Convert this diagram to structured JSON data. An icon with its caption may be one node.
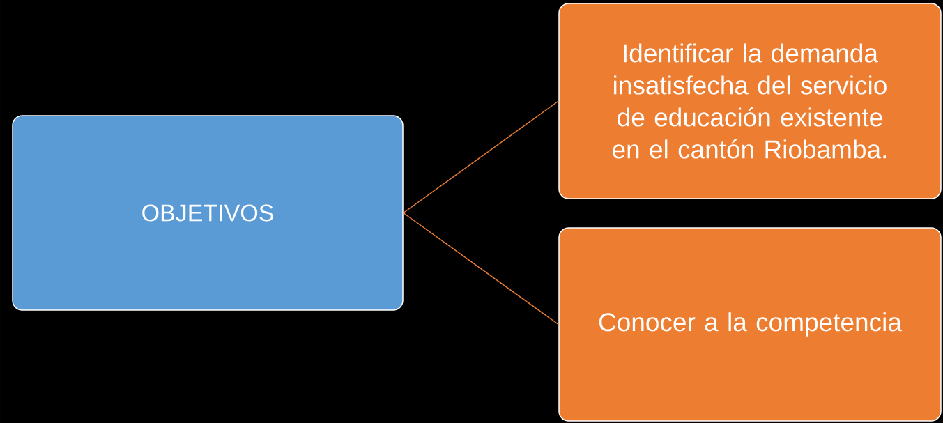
{
  "diagram": {
    "nodes": [
      {
        "text": [
          "OBJETIVOS"
        ]
      },
      {
        "text": [
          "Identificar la demanda insatisfecha del servicio de educación existente en el cantón Riobamba."
        ]
      },
      {
        "text": [
          "Conocer a la competencia"
        ]
      }
    ],
    "edges": [
      {
        "from": 0,
        "to": 1,
        "arrow": "none"
      },
      {
        "from": 0,
        "to": 2,
        "arrow": "none"
      }
    ]
  }
}
